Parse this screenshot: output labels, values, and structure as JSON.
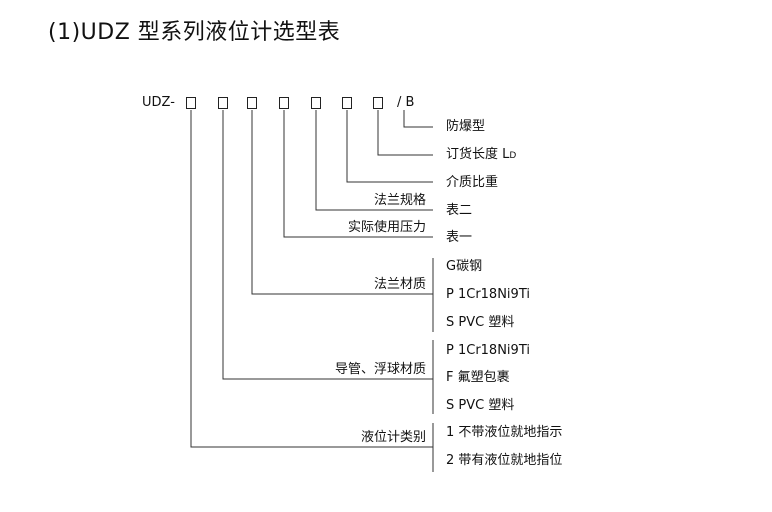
{
  "title": "(1)UDZ 型系列液位计选型表",
  "code": {
    "prefix": "UDZ-",
    "suffix": "/ B"
  },
  "fields": [
    {
      "label": "液位计类别",
      "options": [
        "1 不带液位就地指示",
        "2 带有液位就地指位"
      ]
    },
    {
      "label": "导管、浮球材质",
      "options": [
        "P 1Cr18Ni9Ti",
        "F 氟塑包裹",
        "S PVC 塑料"
      ]
    },
    {
      "label": "法兰材质",
      "options": [
        "G碳钢",
        "P 1Cr18Ni9Ti",
        "S PVC 塑料"
      ]
    },
    {
      "label": "实际使用压力",
      "options": [
        "表一"
      ]
    },
    {
      "label": "法兰规格",
      "options": [
        "表二"
      ]
    },
    {
      "label": "",
      "options": [
        "介质比重"
      ]
    },
    {
      "label": "",
      "options": [
        "订货长度 L",
        "D"
      ]
    },
    {
      "label": "",
      "options": [
        "防爆型"
      ]
    }
  ]
}
